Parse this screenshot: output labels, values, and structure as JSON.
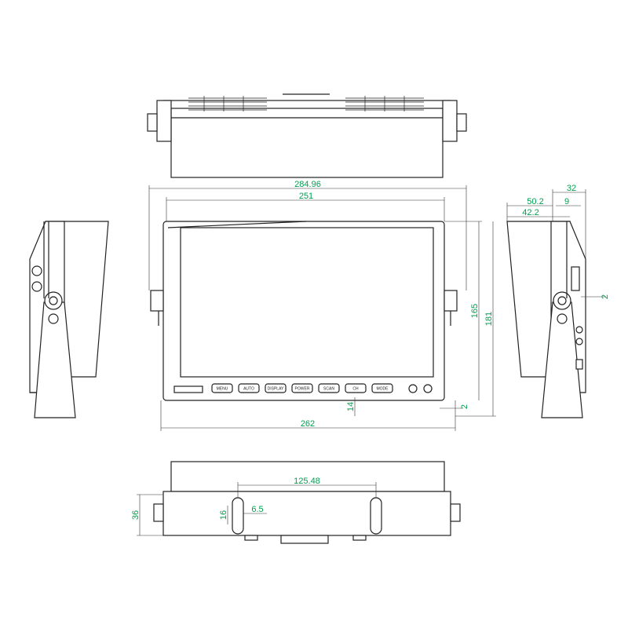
{
  "dimensions": {
    "overall_width": "284.96",
    "screen_width": "251",
    "base_width": "262",
    "screen_height": "165",
    "overall_height": "181",
    "bottom_margin": "14",
    "side_bottom_offset": "2",
    "depth_total": "32",
    "depth_bracket": "50.2",
    "depth_nine": "9",
    "depth_inner": "42.2",
    "side_small": "2",
    "slot_spacing": "125.48",
    "slot_width": "6.5",
    "slot_length": "16",
    "bottom_depth": "36"
  },
  "front_buttons": [
    "MENU",
    "AUTO",
    "DISPLAY",
    "POWER",
    "SCAN",
    "CH",
    "MODE"
  ],
  "colors": {
    "dimension_text": "#00a050",
    "line": "#222222"
  }
}
